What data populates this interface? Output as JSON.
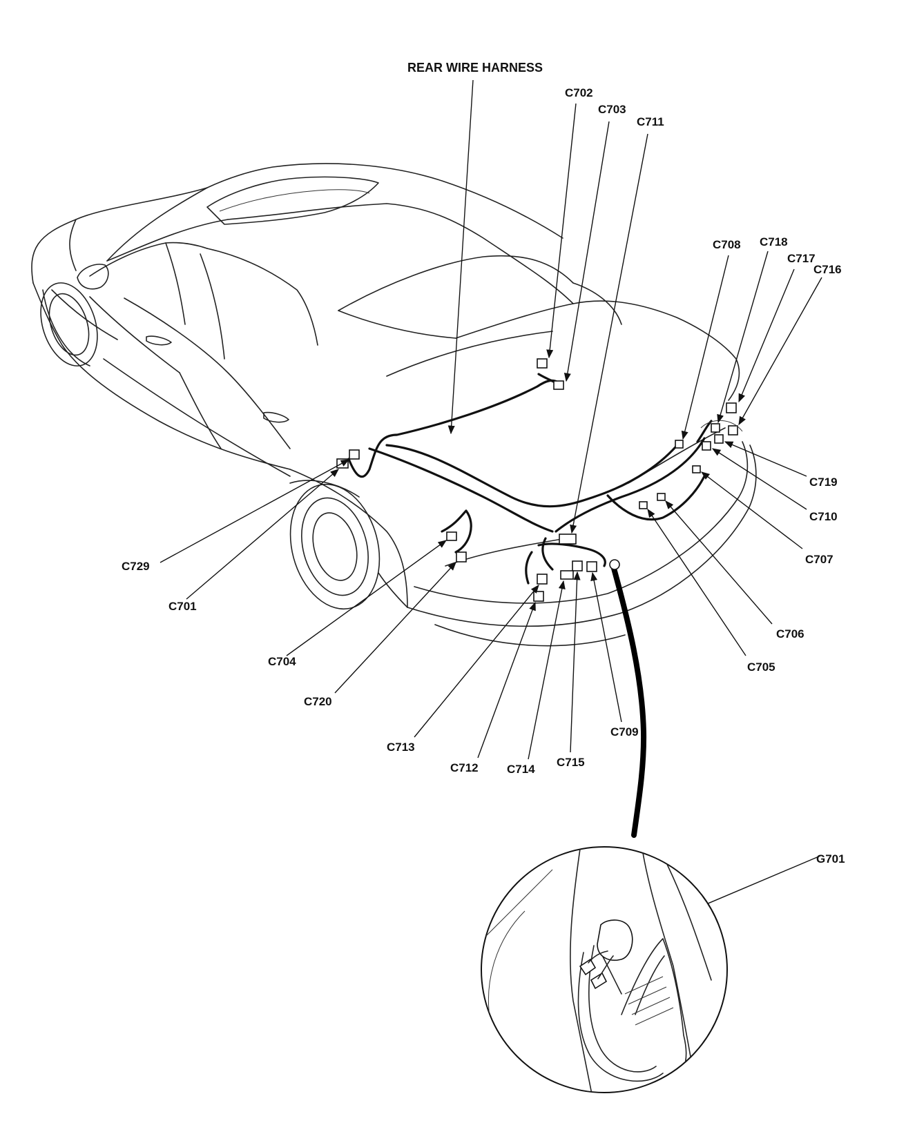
{
  "diagram": {
    "title": "REAR WIRE HARNESS",
    "connectors": {
      "c702": "C702",
      "c703": "C703",
      "c711": "C711",
      "c708": "C708",
      "c718": "C718",
      "c717": "C717",
      "c716": "C716",
      "c719": "C719",
      "c710": "C710",
      "c707": "C707",
      "c706": "C706",
      "c705": "C705",
      "c709": "C709",
      "c715": "C715",
      "c714": "C714",
      "c712": "C712",
      "c713": "C713",
      "c720": "C720",
      "c704": "C704",
      "c701": "C701",
      "c729": "C729"
    },
    "ground": {
      "g701": "G701"
    }
  }
}
